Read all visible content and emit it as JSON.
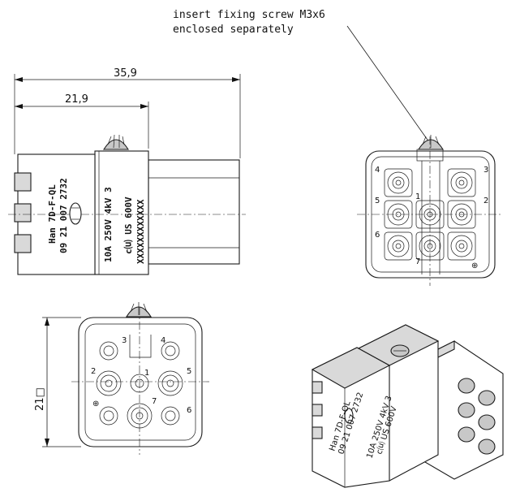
{
  "callout": {
    "line1": "insert fixing screw M3x6",
    "line2": "enclosed separately"
  },
  "dimensions": {
    "overall_length": "35,9",
    "body_length": "21,9",
    "height_square": "21□"
  },
  "side_label": {
    "product": "Han 7D-F-QL",
    "part_number": "09 21 007 2732",
    "rating": "10A 250V 4kV 3",
    "cert": "c⒰ US 600V",
    "serial": "XXXXXXXXXXXX"
  },
  "contact_numbers": [
    "1",
    "2",
    "3",
    "4",
    "5",
    "6",
    "7"
  ],
  "earth_symbol": "⊕"
}
